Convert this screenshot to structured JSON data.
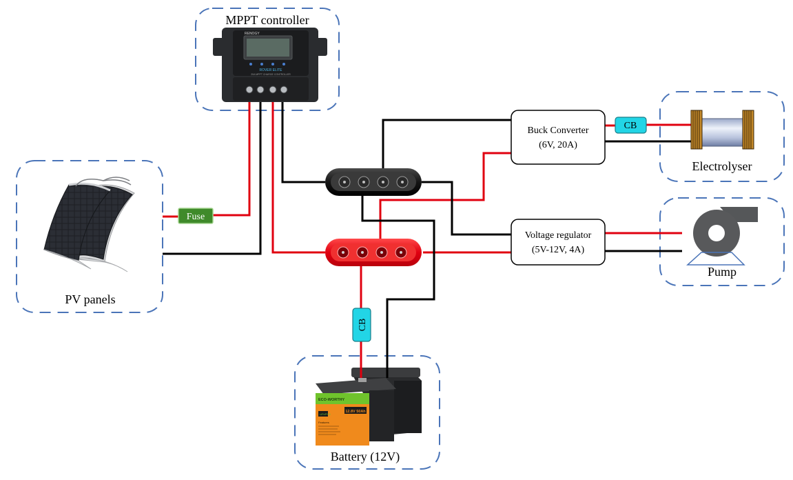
{
  "labels": {
    "mppt": "MPPT controller",
    "pv": "PV panels",
    "battery": "Battery (12V)",
    "electrolyser": "Electrolyser",
    "pump": "Pump",
    "buck_line1": "Buck Converter",
    "buck_line2": "(6V, 20A)",
    "reg_line1": "Voltage regulator",
    "reg_line2": "(5V-12V, 4A)",
    "fuse": "Fuse",
    "cb_top": "CB",
    "cb_battery": "CB"
  },
  "device_text": {
    "mppt_brand": "RENOGY",
    "mppt_model": "ROVER ELITE",
    "mppt_sub": "20A MPPT CHARGE CONTROLLER",
    "battery_brand": "ECO-WORTHY",
    "battery_tag": "LiFePO4",
    "battery_rating": "12.8V 50Ah",
    "battery_features": "Features"
  },
  "colors": {
    "group_border": "#4a74b8",
    "positive_wire": "#e0000f",
    "negative_wire": "#000000",
    "fuse_fill": "#3f8a2a",
    "cb_fill": "#22d5e6",
    "battery_green": "#6fc32c",
    "battery_orange": "#f08a1c"
  }
}
